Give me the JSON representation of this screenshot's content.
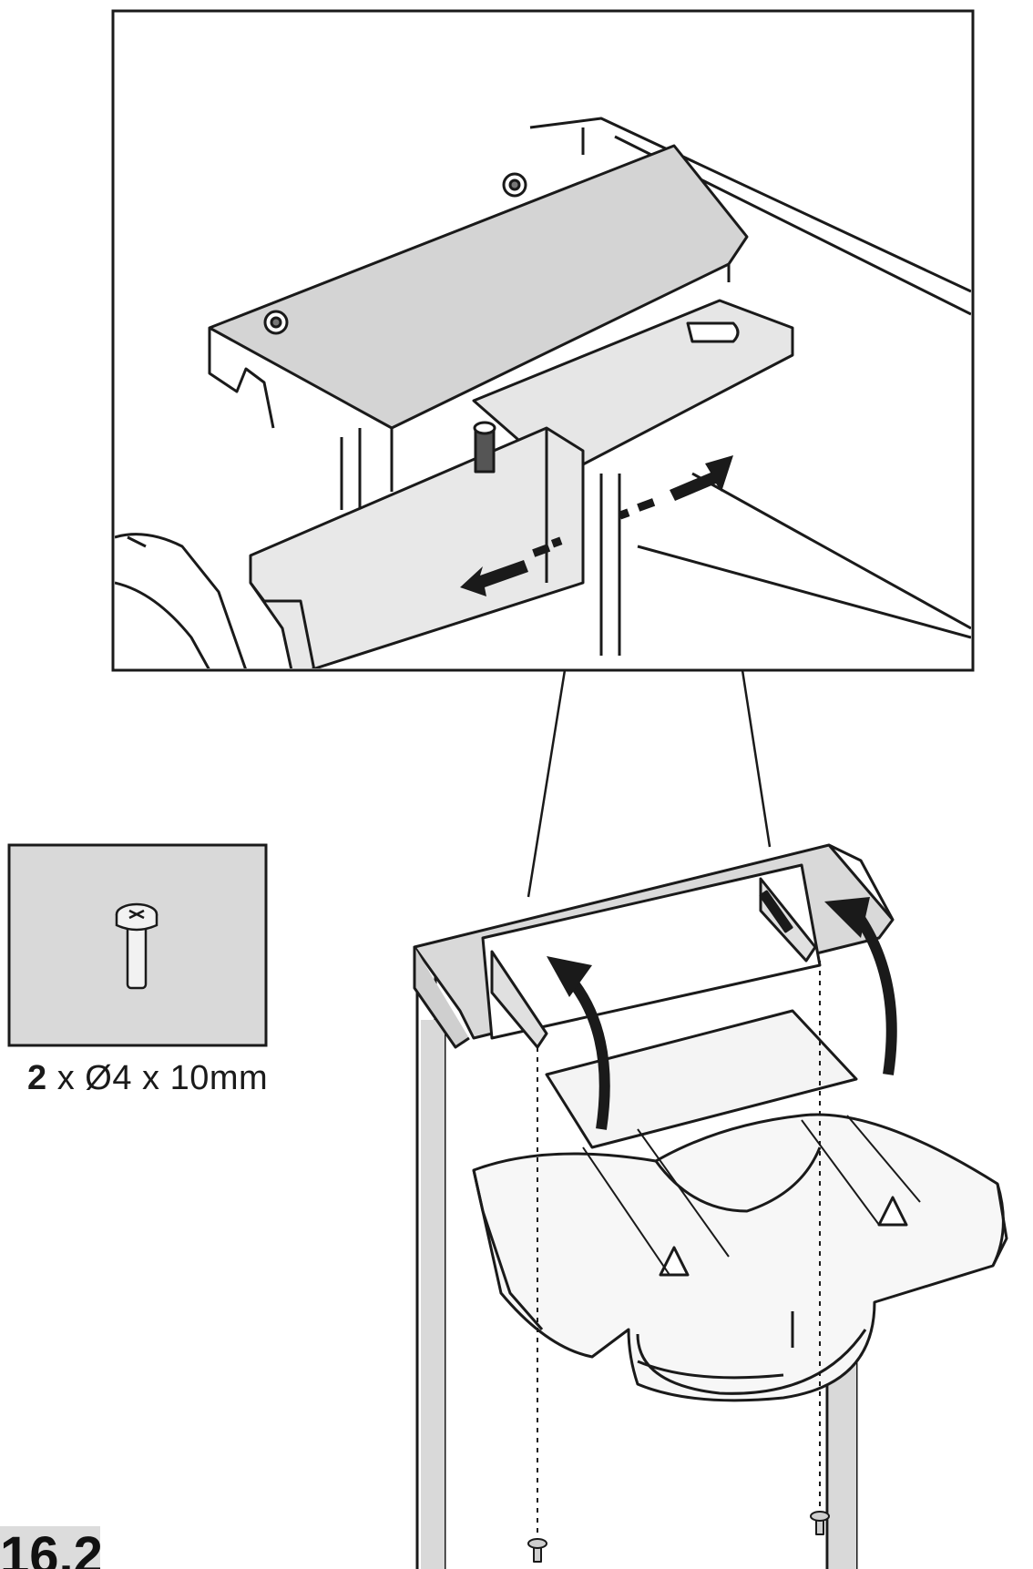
{
  "screw_spec": {
    "quantity": "2",
    "dimensions": "x Ø4 x 10mm"
  },
  "step": {
    "number": "16.2"
  },
  "colors": {
    "panel_fill": "#d9d9d9",
    "line": "#1a1a1a",
    "metal_fill": "#cfcfcf",
    "background": "#ffffff"
  },
  "icons": {
    "screw": "screw-icon",
    "rotate_arrow": "curved-arrow-icon",
    "slide_arrow": "double-arrow-icon"
  }
}
